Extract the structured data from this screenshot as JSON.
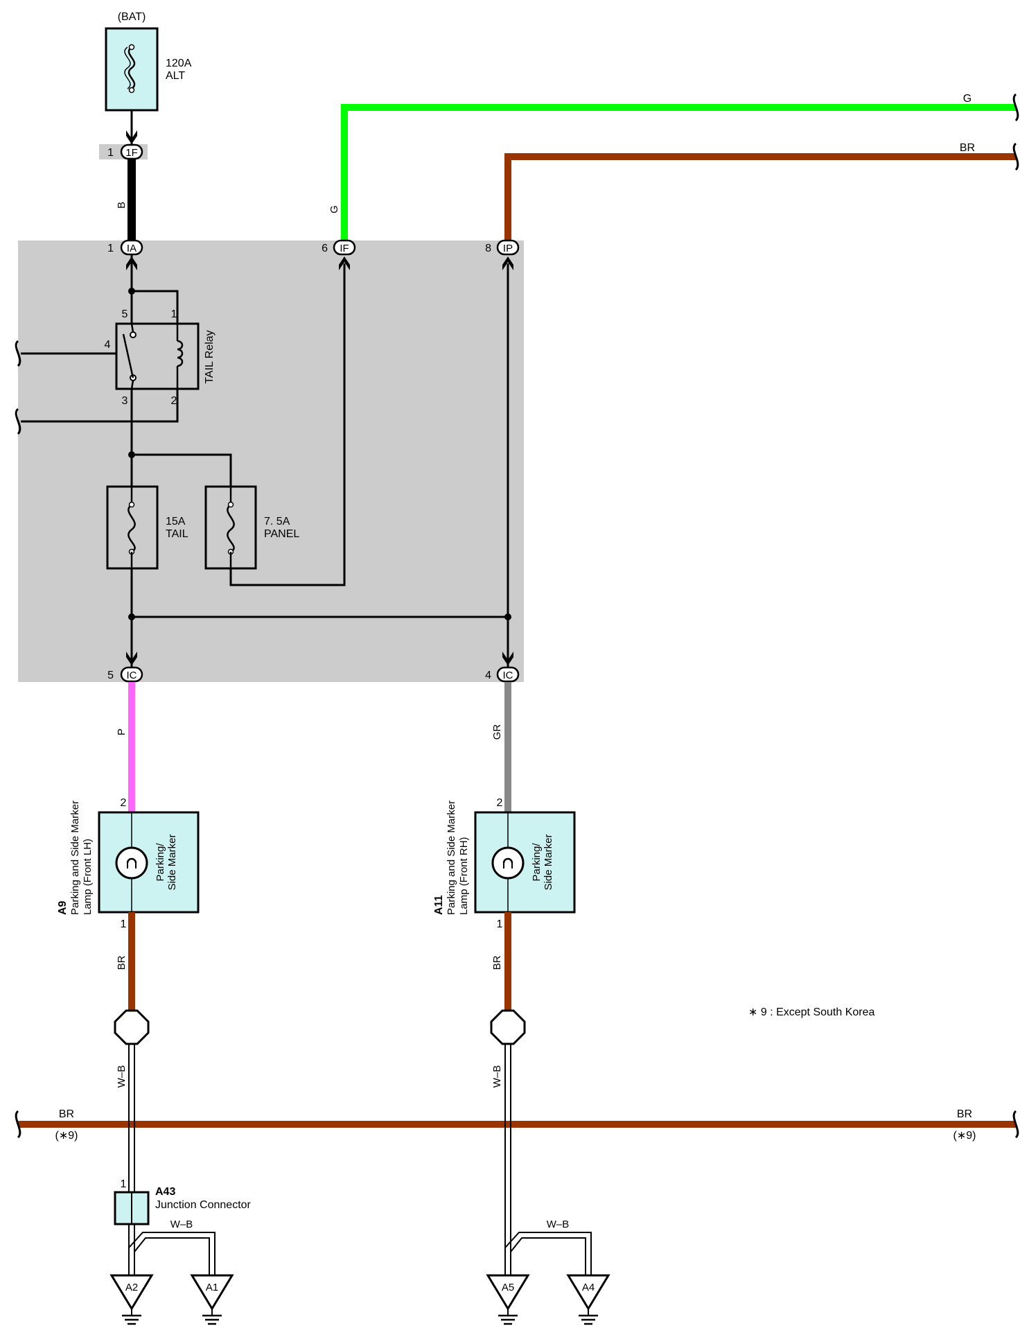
{
  "battery": {
    "label": "(BAT)",
    "fuse_amp": "120A",
    "fuse_name": "ALT"
  },
  "connectors": {
    "top_1F": {
      "pin": "1",
      "code": "1F"
    },
    "IA": {
      "pin": "1",
      "code": "IA"
    },
    "IF": {
      "pin": "6",
      "code": "IF"
    },
    "IP": {
      "pin": "8",
      "code": "IP"
    },
    "IC_left": {
      "pin": "5",
      "code": "IC"
    },
    "IC_right": {
      "pin": "4",
      "code": "IC"
    }
  },
  "wires": {
    "B": "B",
    "G_vertical": "G",
    "G_top": "G",
    "BR_top": "BR",
    "P": "P",
    "GR": "GR",
    "BR_lamp_left": "BR",
    "BR_lamp_right": "BR",
    "WB_left": "W–B",
    "WB_right": "W–B",
    "WB_ground_left": "W–B",
    "WB_ground_right": "W–B",
    "BR_bus_left": "BR",
    "BR_bus_right": "BR",
    "bus_note_left": "(∗9)",
    "bus_note_right": "(∗9)"
  },
  "relay": {
    "name": "TAIL Relay",
    "pins": {
      "p1": "1",
      "p2": "2",
      "p3": "3",
      "p4": "4",
      "p5": "5"
    }
  },
  "fuses": {
    "tail": {
      "amp": "15A",
      "name": "TAIL"
    },
    "panel": {
      "amp": "7. 5A",
      "name": "PANEL"
    }
  },
  "lamps": {
    "left": {
      "id": "A9",
      "desc_line1": "Parking and Side Marker",
      "desc_line2": "Lamp (Front LH)",
      "inner_line1": "Parking/",
      "inner_line2": "Side Marker",
      "pin_top": "2",
      "pin_bottom": "1"
    },
    "right": {
      "id": "A11",
      "desc_line1": "Parking and Side Marker",
      "desc_line2": "Lamp (Front RH)",
      "inner_line1": "Parking/",
      "inner_line2": "Side Marker",
      "pin_top": "2",
      "pin_bottom": "1"
    }
  },
  "junction": {
    "id": "A43",
    "name": "Junction Connector",
    "pin": "1"
  },
  "grounds": {
    "g1": "A2",
    "g2": "A1",
    "g3": "A5",
    "g4": "A4"
  },
  "note": "∗ 9 : Except South Korea",
  "colors": {
    "junction_block": "#cccccc",
    "component_fill": "#ccf2f2",
    "wire_green": "#00ff00",
    "wire_brown": "#993300",
    "wire_pink": "#ff66ff",
    "wire_gray": "#888888",
    "wire_black": "#000000"
  }
}
